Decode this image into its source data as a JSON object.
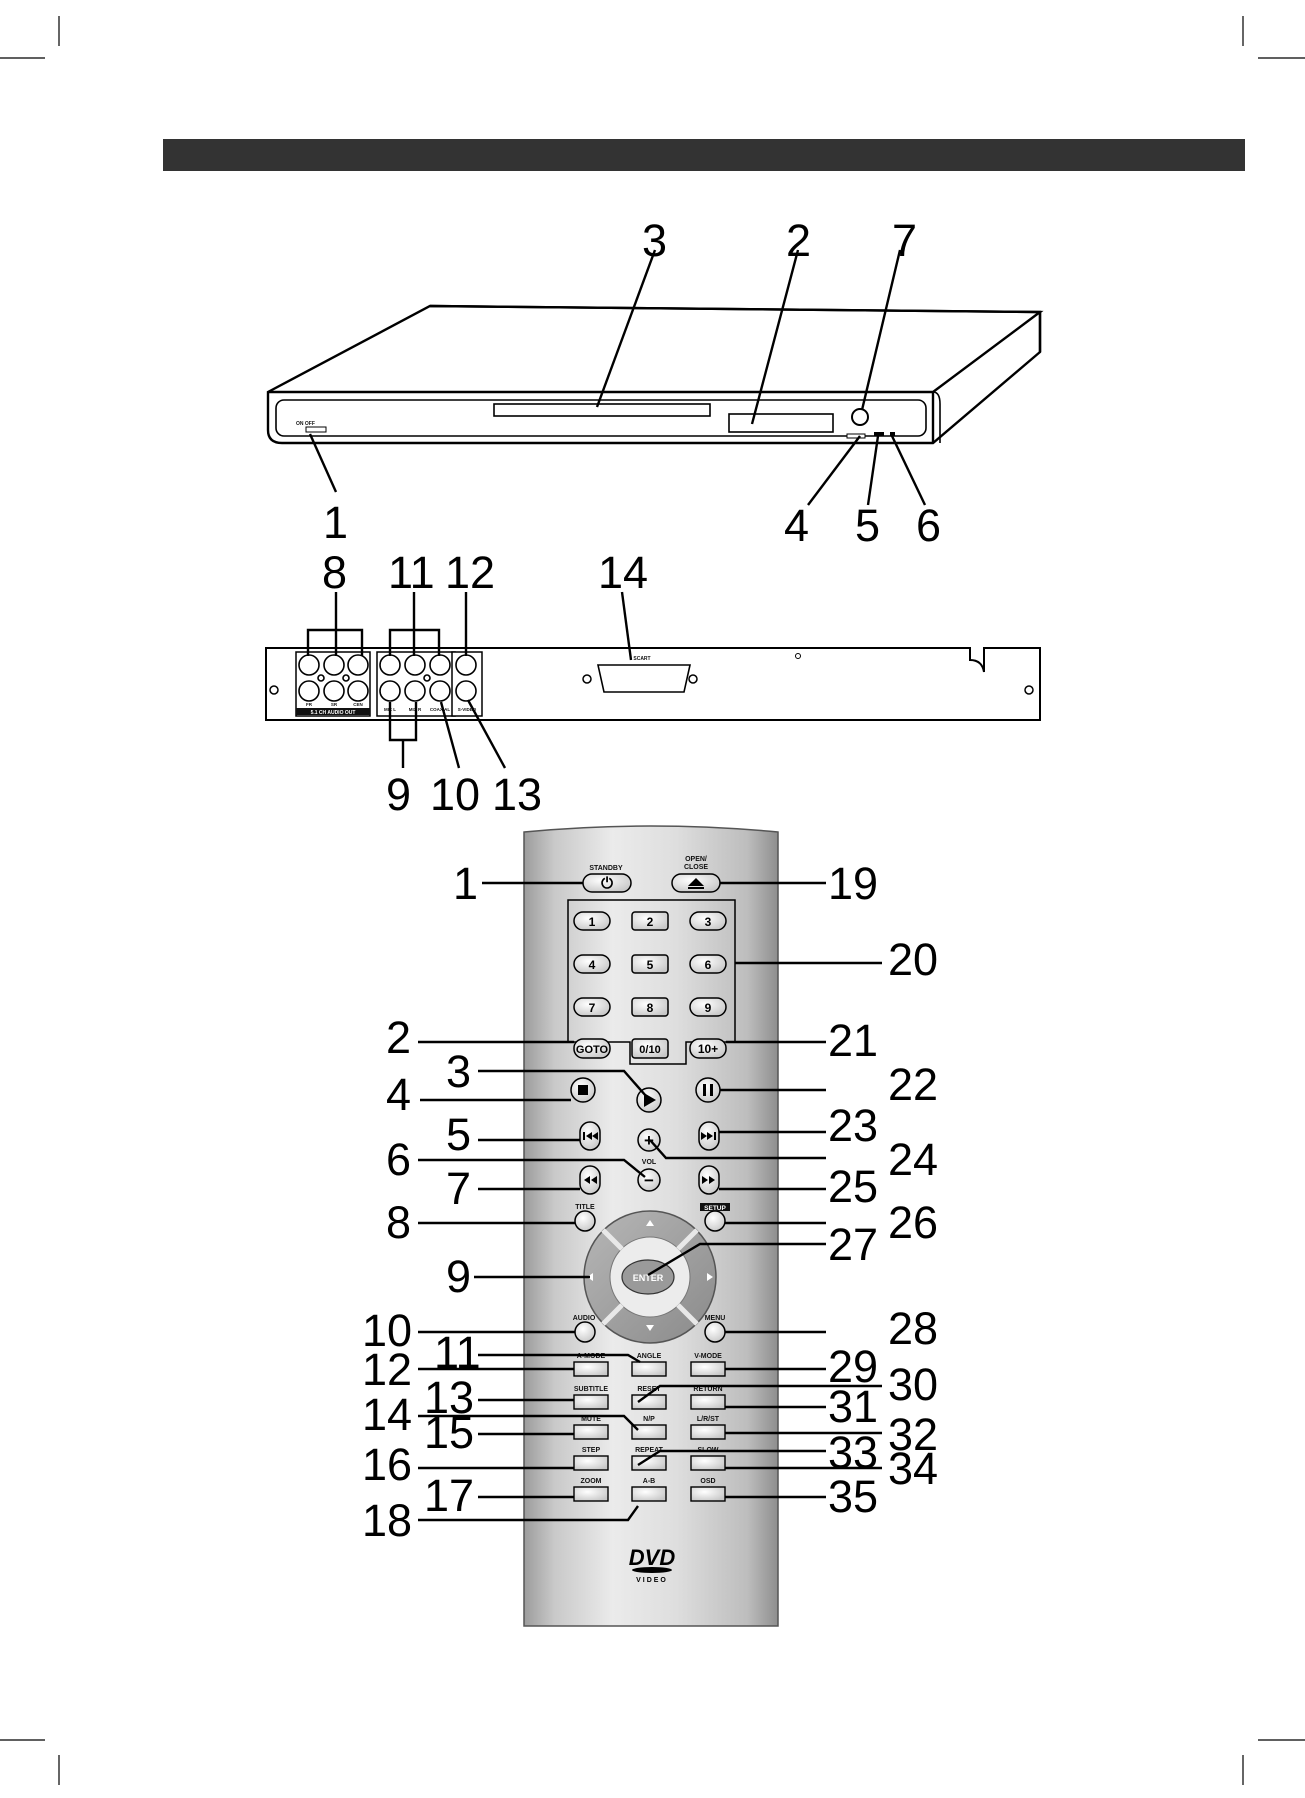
{
  "front_panel": {
    "labels": {
      "power_switch": "ON  OFF"
    },
    "callouts": {
      "c1": "1",
      "c2": "2",
      "c3": "3",
      "c4": "4",
      "c5": "5",
      "c6": "6",
      "c7": "7"
    }
  },
  "rear_panel": {
    "labels": {
      "audio_out": "5.1 CH AUDIO OUT",
      "fr": "FR",
      "sr": "SR",
      "cen": "CEN",
      "mix_l": "MIX L",
      "mix_r": "MIX R",
      "coaxial": "COAXIAL",
      "svideo": "S-VIDEO",
      "scart": "SCART"
    },
    "callouts": {
      "c8": "8",
      "c9": "9",
      "c10": "10",
      "c11": "11",
      "c12": "12",
      "c13": "13",
      "c14": "14"
    }
  },
  "remote": {
    "labels": {
      "standby": "STANDBY",
      "open_close_1": "OPEN/",
      "open_close_2": "CLOSE",
      "n1": "1",
      "n2": "2",
      "n3": "3",
      "n4": "4",
      "n5": "5",
      "n6": "6",
      "n7": "7",
      "n8": "8",
      "n9": "9",
      "goto": "GOTO",
      "n0_10": "0/10",
      "n10plus": "10+",
      "vol": "VOL",
      "title": "TITLE",
      "setup": "SETUP",
      "enter": "ENTER",
      "audio": "AUDIO",
      "menu": "MENU",
      "amode": "A-MODE",
      "angle": "ANGLE",
      "vmode": "V-MODE",
      "subtitle": "SUBTITLE",
      "reset": "RESET",
      "return": "RETURN",
      "mute": "MUTE",
      "np": "N/P",
      "lrst": "L/R/ST",
      "step": "STEP",
      "repeat": "REPEAT",
      "slow": "SLOW",
      "zoom": "ZOOM",
      "ab": "A-B",
      "osd": "OSD",
      "dvd_logo": "DVD",
      "dvd_video": "VIDEO"
    },
    "callouts": {
      "c1": "1",
      "c2": "2",
      "c3": "3",
      "c4": "4",
      "c5": "5",
      "c6": "6",
      "c7": "7",
      "c8": "8",
      "c9": "9",
      "c10": "10",
      "c11": "11",
      "c12": "12",
      "c13": "13",
      "c14": "14",
      "c15": "15",
      "c16": "16",
      "c17": "17",
      "c18": "18",
      "c19": "19",
      "c20": "20",
      "c21": "21",
      "c22": "22",
      "c23": "23",
      "c24": "24",
      "c25": "25",
      "c26": "26",
      "c27": "27",
      "c28": "28",
      "c29": "29",
      "c30": "30",
      "c31": "31",
      "c32": "32",
      "c33": "33",
      "c34": "34",
      "c35": "35"
    }
  }
}
